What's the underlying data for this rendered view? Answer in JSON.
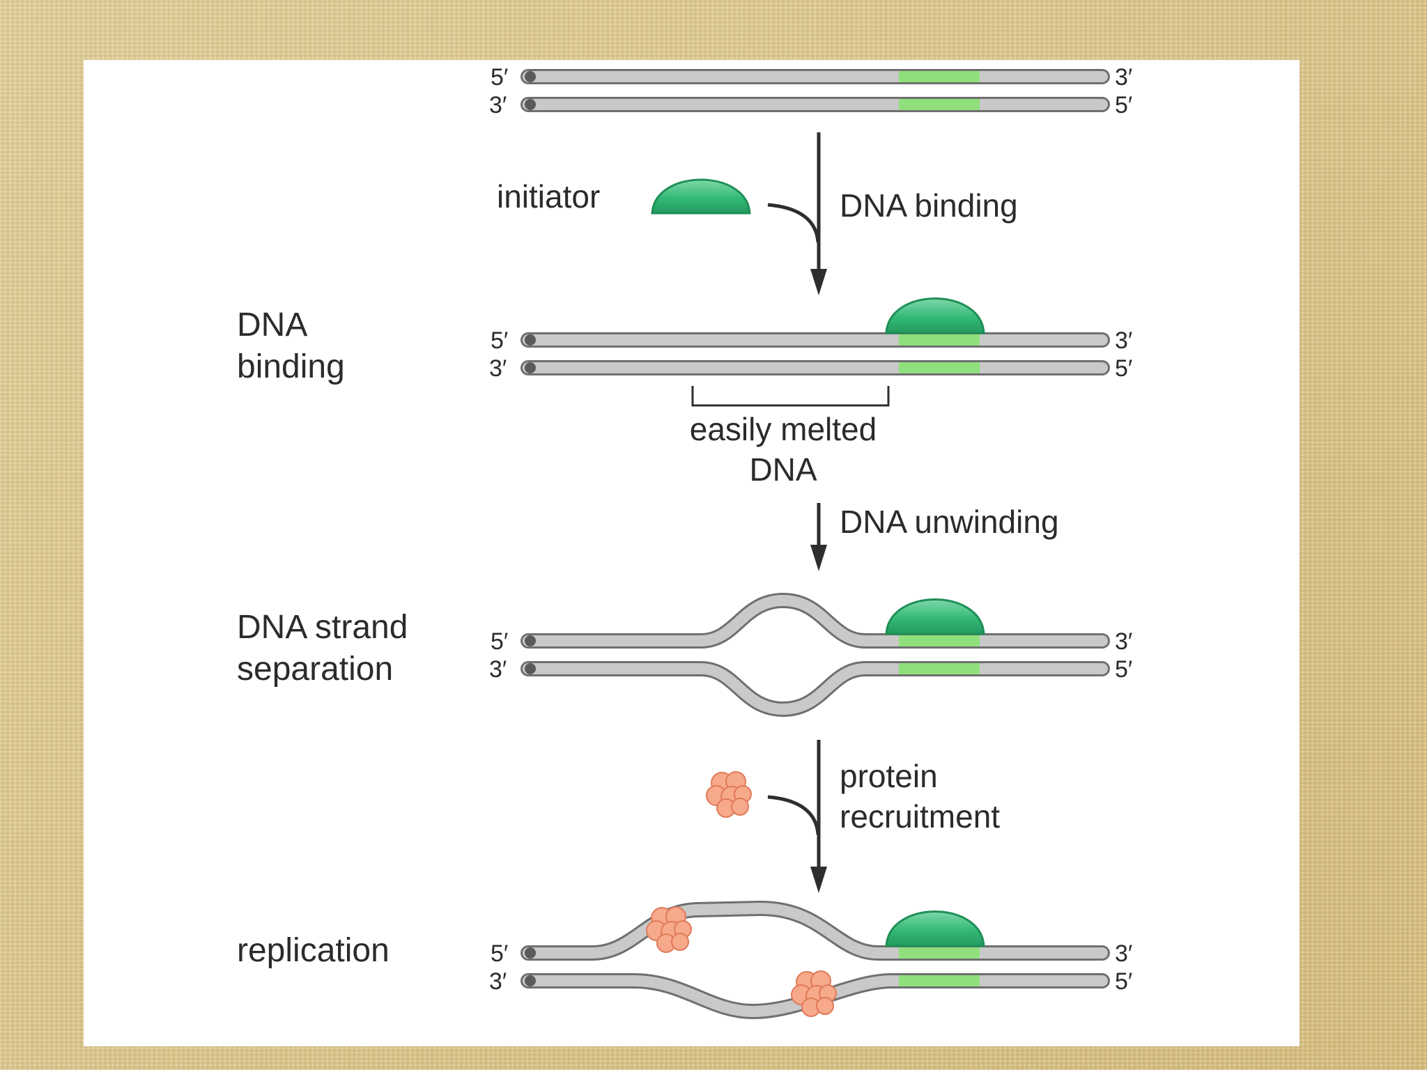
{
  "diagram": {
    "strand_ends": {
      "five": "5′",
      "three": "3′"
    },
    "labels": {
      "initiator": "initiator",
      "dna_binding_arrow": "DNA binding",
      "dna_binding_side_1": "DNA",
      "dna_binding_side_2": "binding",
      "easily_melted_1": "easily melted",
      "easily_melted_2": "DNA",
      "dna_unwinding": "DNA unwinding",
      "strand_sep_1": "DNA strand",
      "strand_sep_2": "separation",
      "protein_recruit_1": "protein",
      "protein_recruit_2": "recruitment",
      "replication": "replication"
    },
    "colors": {
      "strand_gray": "#c9c9c9",
      "strand_outline": "#6f6f6f",
      "origin_green": "#8fe07c",
      "initiator_green": "#33b977",
      "protein_salmon": "#f7a98b",
      "arrow": "#2e2e2e"
    }
  }
}
